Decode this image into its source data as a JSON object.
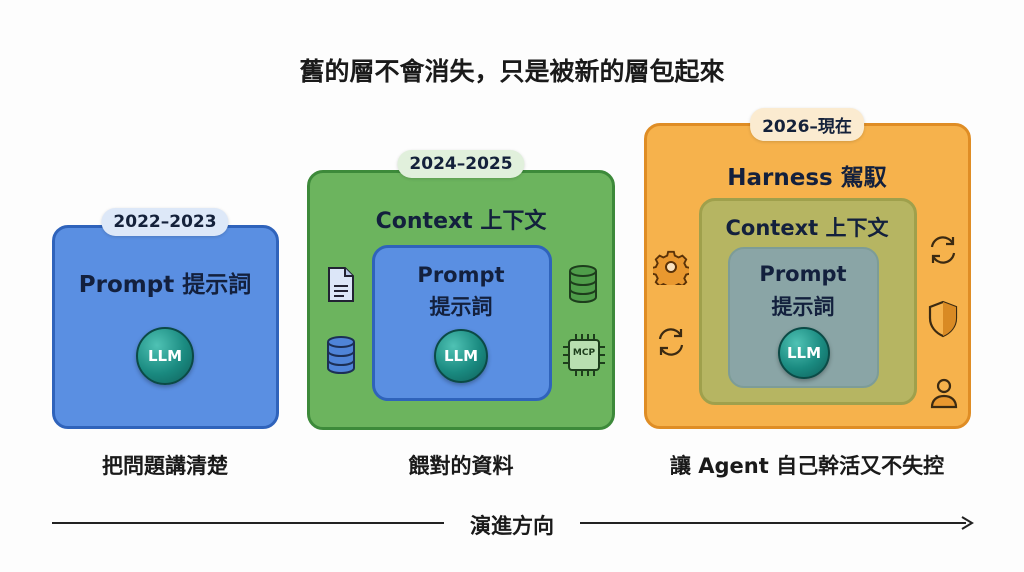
{
  "title": "舊的層不會消失，只是被新的層包起來",
  "stages": [
    {
      "period": "2022–2023",
      "layer": "Prompt 提示詞",
      "llm": "LLM",
      "caption": "把問題講清楚"
    },
    {
      "period": "2024–2025",
      "layer": "Context 上下文",
      "inner_en": "Prompt",
      "inner_zh": "提示詞",
      "llm": "LLM",
      "caption": "餵對的資料",
      "mcp": "MCP"
    },
    {
      "period": "2026–現在",
      "layer": "Harness 駕馭",
      "mid": "Context 上下文",
      "inner_en": "Prompt",
      "inner_zh": "提示詞",
      "llm": "LLM",
      "caption": "讓 Agent 自己幹活又不失控"
    }
  ],
  "axis_label": "演進方向",
  "colors": {
    "blue": "#5a8fe2",
    "green": "#6cb45e",
    "orange": "#f6b24c"
  }
}
